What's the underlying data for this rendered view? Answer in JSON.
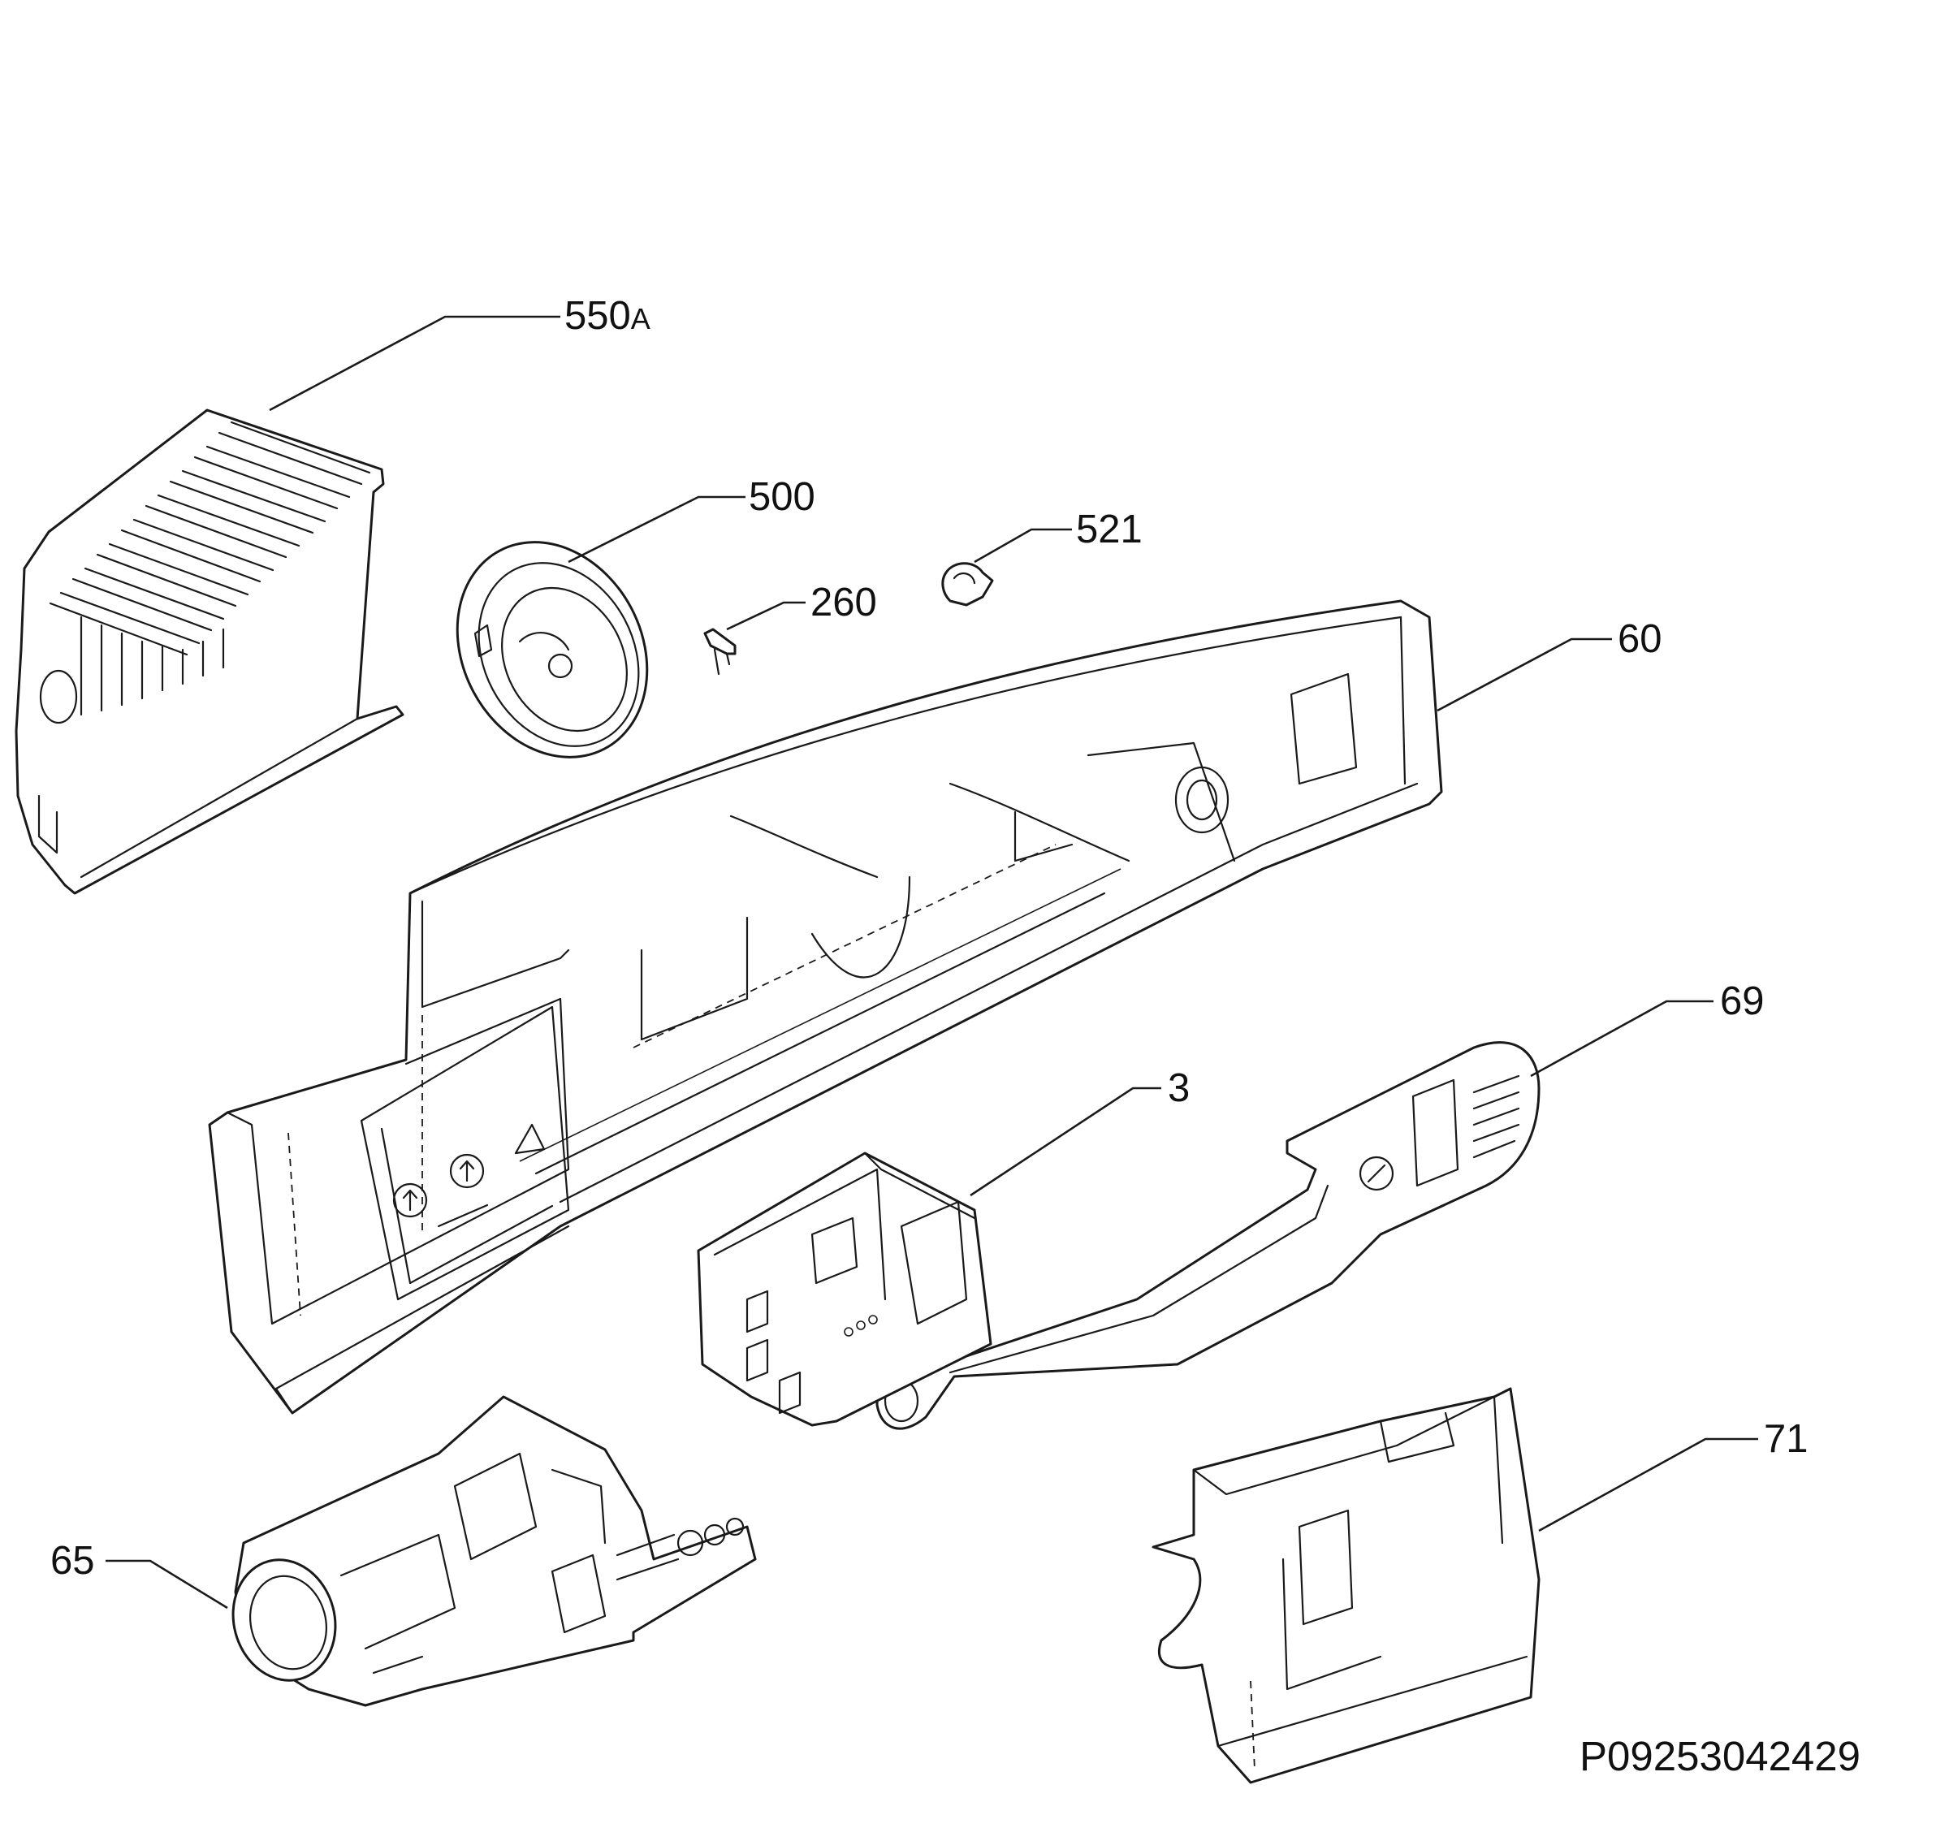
{
  "diagram": {
    "drawing_code": "P09253042429",
    "callouts": [
      {
        "id": "550a",
        "number": "550",
        "suffix": "A"
      },
      {
        "id": "500",
        "number": "500",
        "suffix": ""
      },
      {
        "id": "521",
        "number": "521",
        "suffix": ""
      },
      {
        "id": "260",
        "number": "260",
        "suffix": ""
      },
      {
        "id": "60",
        "number": "60",
        "suffix": ""
      },
      {
        "id": "69",
        "number": "69",
        "suffix": ""
      },
      {
        "id": "3",
        "number": "3",
        "suffix": ""
      },
      {
        "id": "71",
        "number": "71",
        "suffix": ""
      },
      {
        "id": "65",
        "number": "65",
        "suffix": ""
      }
    ]
  }
}
